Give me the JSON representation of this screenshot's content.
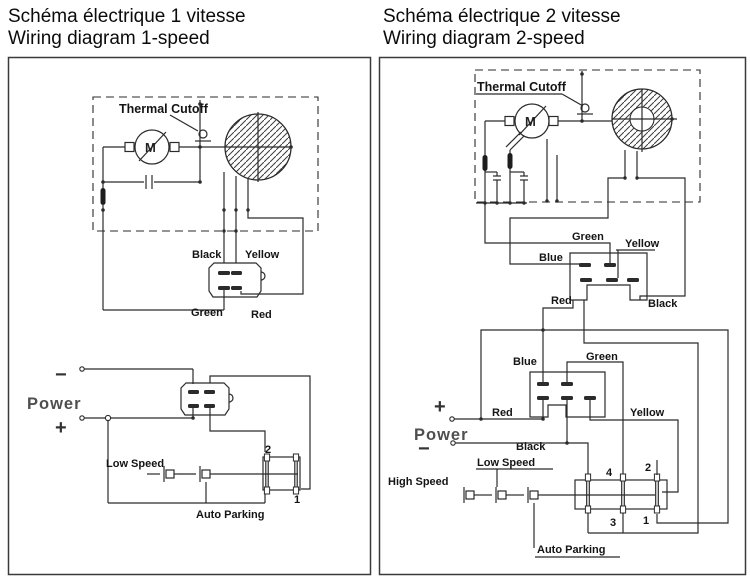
{
  "left_panel": {
    "title_fr": "Schéma électrique 1 vitesse",
    "title_en": "Wiring diagram 1-speed",
    "motor_letter": "M",
    "labels": {
      "thermal_cutoff": "Thermal Cutoff",
      "black": "Black",
      "yellow": "Yellow",
      "green": "Green",
      "red": "Red",
      "power": "Power",
      "minus": "−",
      "plus": "+",
      "low_speed": "Low Speed",
      "auto_parking": "Auto Parking",
      "terminal_2": "2",
      "terminal_1": "1"
    }
  },
  "right_panel": {
    "title_fr": "Schéma électrique 2 vitesse",
    "title_en": "Wiring diagram 2-speed",
    "motor_letter": "M",
    "labels": {
      "thermal_cutoff": "Thermal Cutoff",
      "upper_green": "Green",
      "upper_yellow": "Yellow",
      "upper_blue": "Blue",
      "upper_red": "Red",
      "upper_black": "Black",
      "lower_blue": "Blue",
      "lower_green": "Green",
      "lower_red": "Red",
      "lower_yellow": "Yellow",
      "lower_black": "Black",
      "power": "Power",
      "plus": "+",
      "minus": "−",
      "high_speed": "High Speed",
      "low_speed": "Low Speed",
      "auto_parking": "Auto Parking",
      "terminal_4": "4",
      "terminal_2": "2",
      "terminal_3": "3",
      "terminal_1": "1"
    }
  },
  "colors": {
    "line": "#2b2b2b",
    "label": "#141414",
    "power_text": "#4f4f4f",
    "background": "#ffffff"
  }
}
